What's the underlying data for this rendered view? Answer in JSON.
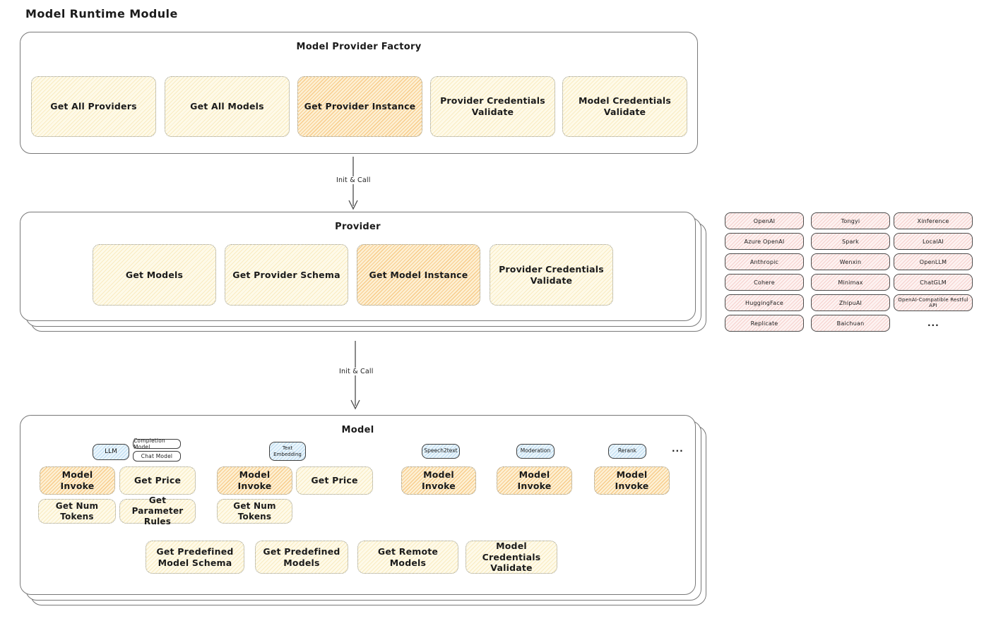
{
  "title": "Model Runtime Module",
  "arrow_label": "Init & Call",
  "factory": {
    "title": "Model Provider Factory",
    "buttons": [
      "Get All Providers",
      "Get All Models",
      "Get Provider Instance",
      "Provider Credentials Validate",
      "Model Credentials Validate"
    ]
  },
  "provider": {
    "title": "Provider",
    "buttons": [
      "Get Models",
      "Get Provider Schema",
      "Get Model Instance",
      "Provider Credentials Validate"
    ]
  },
  "providers": {
    "col1": [
      "OpenAI",
      "Azure OpenAI",
      "Anthropic",
      "Cohere",
      "HuggingFace",
      "Replicate"
    ],
    "col2": [
      "Tongyi",
      "Spark",
      "Wenxin",
      "Minimax",
      "ZhipuAI",
      "Baichuan"
    ],
    "col3": [
      "Xinference",
      "LocalAI",
      "OpenLLM",
      "ChatGLM",
      "OpenAI-Compatible Restful API"
    ],
    "more": "..."
  },
  "model": {
    "title": "Model",
    "tabs": {
      "llm": "LLM",
      "completion": "Completion Model",
      "chat": "Chat Model",
      "text_embedding": "Text Embedding",
      "speech2text": "Speech2text",
      "moderation": "Moderation",
      "rerank": "Rerank",
      "more": "..."
    },
    "buttons": {
      "model_invoke": "Model Invoke",
      "get_price": "Get Price",
      "get_num_tokens": "Get Num Tokens",
      "get_parameter_rules": "Get Parameter Rules",
      "get_predefined_model_schema": "Get Predefined Model Schema",
      "get_predefined_models": "Get Predefined Models",
      "get_remote_models": "Get Remote Models",
      "model_credentials_validate": "Model Credentials Validate"
    }
  },
  "colors": {
    "hatch_yellow_bg": "#fefae9",
    "hatch_orange": "#f2a63d",
    "hatch_pink": "#e58a82",
    "hatch_blue": "#7db8df",
    "border_gray": "#787878"
  }
}
